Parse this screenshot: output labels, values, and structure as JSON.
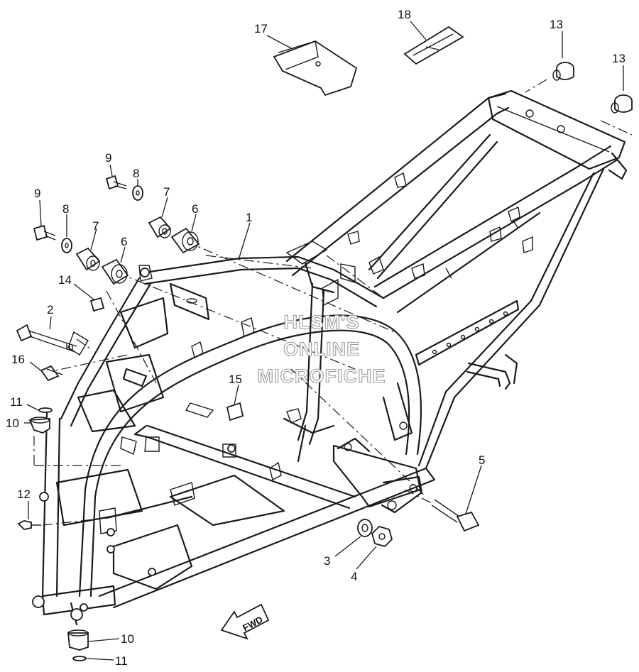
{
  "diagram": {
    "watermark_lines": [
      "HLSM'S",
      "ONLINE",
      "MICROFICHE"
    ],
    "direction_label": "FWD",
    "callouts": [
      "17",
      "18",
      "13",
      "13",
      "9",
      "8",
      "7",
      "6",
      "9",
      "8",
      "7",
      "6",
      "1",
      "14",
      "2",
      "16",
      "15",
      "11",
      "10",
      "5",
      "12",
      "3",
      "4",
      "10",
      "11"
    ]
  }
}
